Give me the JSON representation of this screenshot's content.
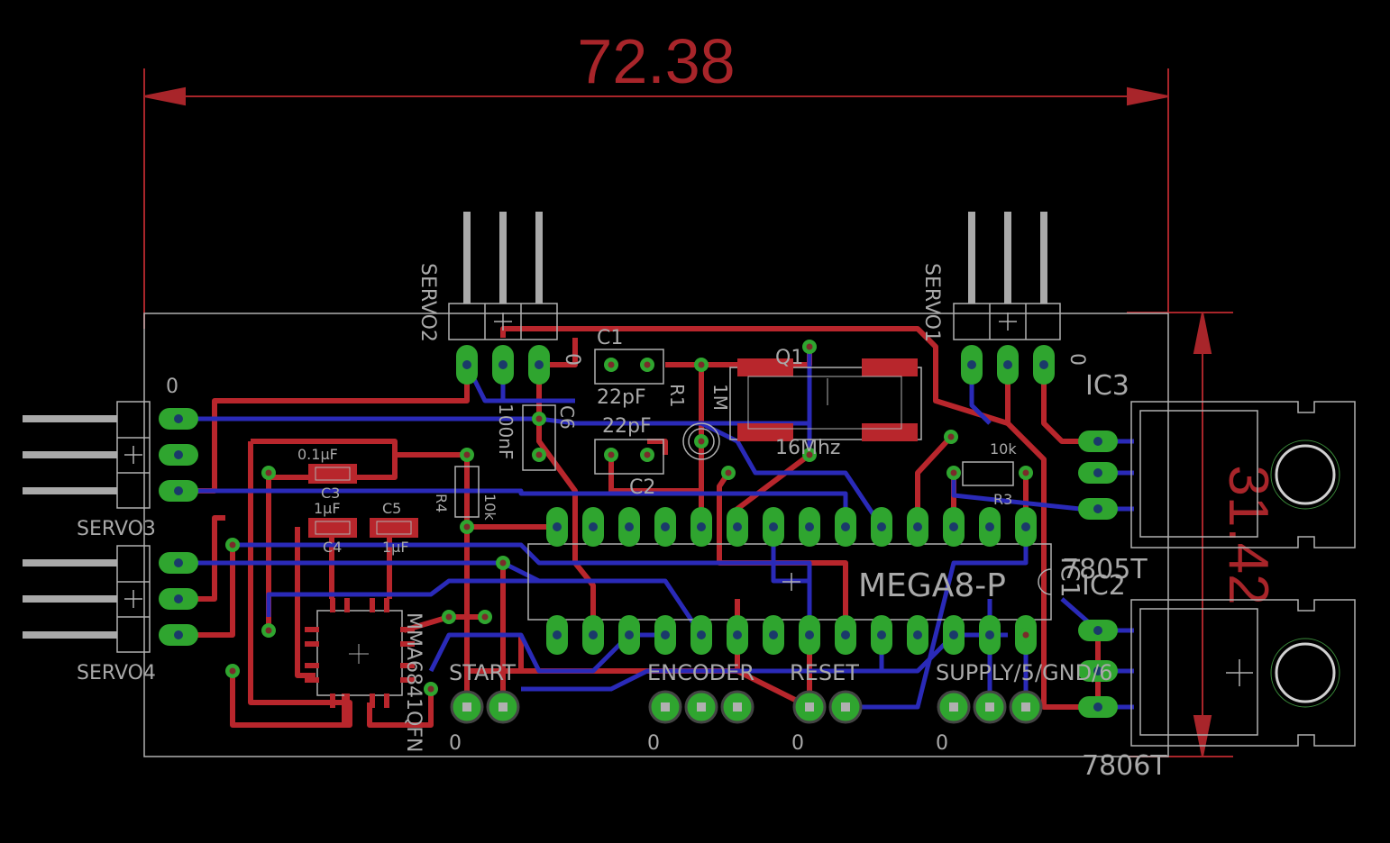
{
  "colors": {
    "background": "#000000",
    "top_copper": "#b8262c",
    "bottom_copper": "#2a2ab8",
    "pads": "#2fa52f",
    "outline": "#b0b0b0",
    "dimension": "#a8252a"
  },
  "dimensions": {
    "width": "72.38",
    "height": "31.42"
  },
  "servo_headers": {
    "servo2": {
      "name": "SERVO2",
      "pin1": "0"
    },
    "servo1": {
      "name": "SERVO1",
      "pin1": "0"
    },
    "servo3": {
      "name": "SERVO3",
      "pin1": "0"
    },
    "servo4": {
      "name": "SERVO4"
    }
  },
  "components": {
    "c1": {
      "name": "C1",
      "value": "22pF"
    },
    "c2": {
      "name": "C2",
      "value": "22pF"
    },
    "c3": {
      "name": "C3",
      "value": "0.1µF"
    },
    "c4": {
      "name": "C4",
      "value": "1µF"
    },
    "c5": {
      "name": "C5",
      "value": "1µF"
    },
    "c6": {
      "name": "C6",
      "value": "100nF"
    },
    "r1": {
      "name": "R1",
      "value": "1M"
    },
    "r3": {
      "name": "R3",
      "value": "10k"
    },
    "r4": {
      "name": "R4",
      "value": "10k"
    },
    "q1": {
      "name": "Q1",
      "value": "16Mhz"
    },
    "ic1": {
      "name": "IC1",
      "value": "MEGA8-P"
    },
    "ic2": {
      "name": "IC2",
      "value": "7806T"
    },
    "ic3": {
      "name": "IC3",
      "value": "7805T"
    },
    "accel": {
      "value": "MMA6841QFN"
    }
  },
  "connectors": {
    "start": {
      "name": "START",
      "pin1": "0"
    },
    "encoder": {
      "name": "ENCODER",
      "pin1": "0"
    },
    "reset": {
      "name": "RESET",
      "pin1": "0"
    },
    "supply": {
      "name": "SUPPLY/5/GND/6",
      "pin1": "0"
    }
  }
}
